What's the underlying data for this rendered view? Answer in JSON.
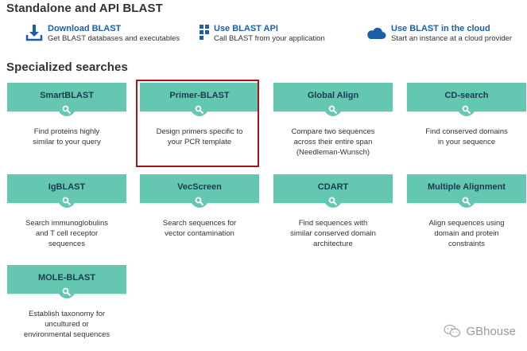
{
  "standalone": {
    "heading": "Standalone and API BLAST",
    "tools": [
      {
        "title": "Download BLAST",
        "desc": "Get BLAST databases and executables",
        "icon": "download-icon"
      },
      {
        "title": "Use BLAST API",
        "desc": "Call BLAST from your application",
        "icon": "api-icon"
      },
      {
        "title": "Use BLAST in the cloud",
        "desc": "Start an instance at a cloud provider",
        "icon": "cloud-icon"
      }
    ]
  },
  "specialized": {
    "heading": "Specialized searches",
    "cards": [
      {
        "title": "SmartBLAST",
        "desc": "Find proteins highly\nsimilar to your query"
      },
      {
        "title": "Primer-BLAST",
        "desc": "Design primers specific to\nyour PCR template",
        "highlighted": true
      },
      {
        "title": "Global Align",
        "desc": "Compare two sequences\nacross their entire span\n(Needleman-Wunsch)"
      },
      {
        "title": "CD-search",
        "desc": "Find conserved domains\nin your sequence"
      },
      {
        "title": "IgBLAST",
        "desc": "Search immunoglobulins\nand T cell receptor\nsequences"
      },
      {
        "title": "VecScreen",
        "desc": "Search sequences for\nvector contamination"
      },
      {
        "title": "CDART",
        "desc": "Find sequences with\nsimilar conserved domain\narchitecture"
      },
      {
        "title": "Multiple Alignment",
        "desc": "Align sequences using\ndomain and protein\nconstraints"
      },
      {
        "title": "MOLE-BLAST",
        "desc": "Establish taxonomy for\nuncultured or\nenvironmental sequences"
      }
    ]
  },
  "colors": {
    "card_bar": "#63c7b2",
    "link": "#1a5fa8",
    "highlight_border": "#a8141a"
  },
  "watermark": {
    "text": "GBhouse",
    "icon": "wechat-icon"
  }
}
